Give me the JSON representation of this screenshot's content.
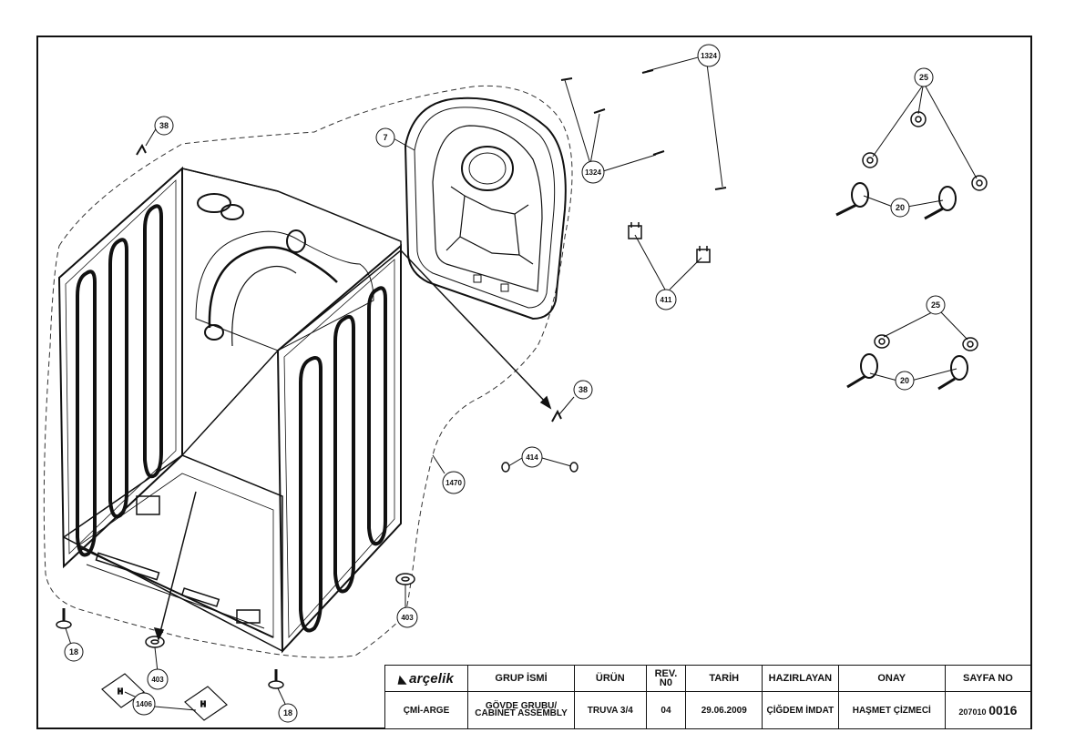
{
  "callouts": {
    "c38_top": "38",
    "c7": "7",
    "c1324_top": "1324",
    "c1324_mid": "1324",
    "c25_top": "25",
    "c20_top": "20",
    "c411": "411",
    "c25_mid": "25",
    "c20_mid": "20",
    "c38_mid": "38",
    "c414": "414",
    "c1470": "1470",
    "c403_right": "403",
    "c403_left": "403",
    "c18_left": "18",
    "c18_right": "18",
    "c1406": "1406"
  },
  "title_block": {
    "brand": "arçelik",
    "headers": {
      "grup_ismi": "GRUP İSMİ",
      "urun": "ÜRÜN",
      "rev_line1": "REV.",
      "rev_line2": "N0",
      "tarih": "TARİH",
      "hazirlayan": "HAZIRLAYAN",
      "onay": "ONAY",
      "sayfa_no": "SAYFA NO"
    },
    "values": {
      "company": "ÇMİ-ARGE",
      "group_line1": "GÖVDE GRUBU/",
      "group_line2": "CABINET ASSEMBLY",
      "product": "TRUVA  3/4",
      "rev": "04",
      "date": "29.06.2009",
      "prepared_by": "ÇİĞDEM İMDAT",
      "approved_by": "HAŞMET ÇİZMECİ",
      "page_prefix": "207010",
      "page_number": "0016"
    }
  }
}
